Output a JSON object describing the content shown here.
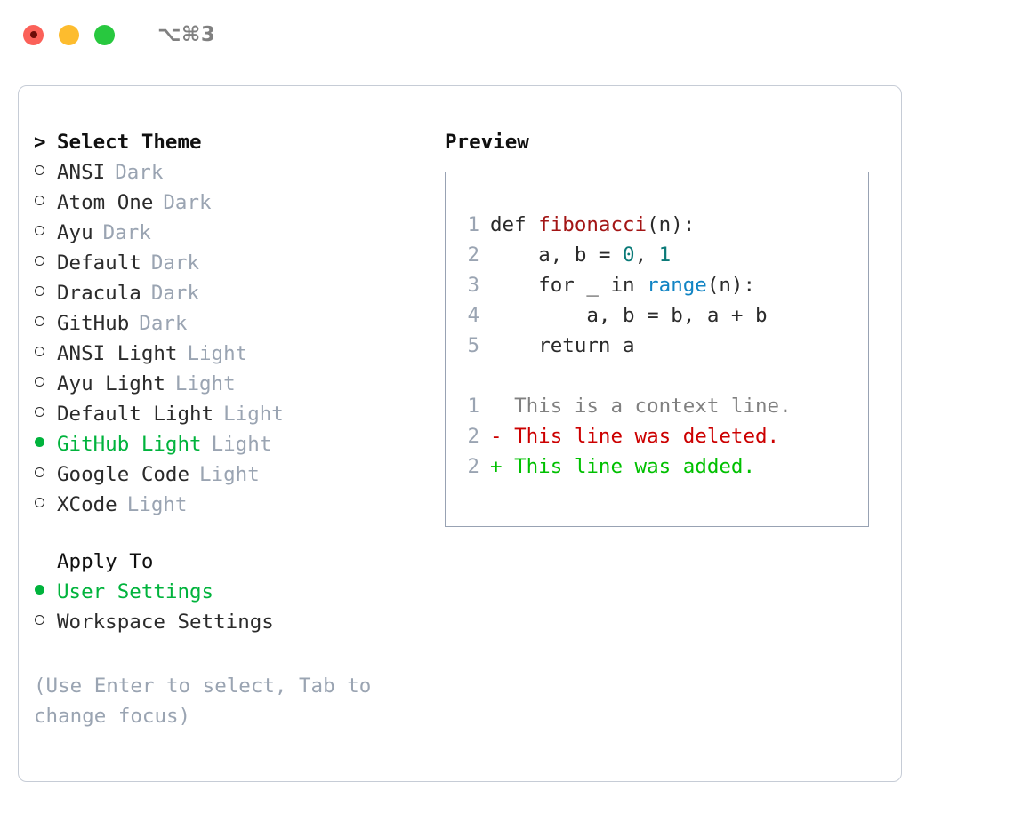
{
  "titlebar": {
    "shortcut": "⌥⌘3",
    "lights": [
      "close-red",
      "minimize-yellow",
      "maximize-green"
    ]
  },
  "theme_panel": {
    "header": {
      "caret": ">",
      "label": "Select Theme"
    },
    "items": [
      {
        "marker": "ring",
        "label": "ANSI",
        "variant": "Dark",
        "selected": false
      },
      {
        "marker": "ring",
        "label": "Atom One",
        "variant": "Dark",
        "selected": false
      },
      {
        "marker": "ring",
        "label": "Ayu",
        "variant": "Dark",
        "selected": false
      },
      {
        "marker": "ring",
        "label": "Default",
        "variant": "Dark",
        "selected": false
      },
      {
        "marker": "ring",
        "label": "Dracula",
        "variant": "Dark",
        "selected": false
      },
      {
        "marker": "ring",
        "label": "GitHub",
        "variant": "Dark",
        "selected": false
      },
      {
        "marker": "ring",
        "label": "ANSI Light",
        "variant": "Light",
        "selected": false
      },
      {
        "marker": "ring",
        "label": "Ayu Light",
        "variant": "Light",
        "selected": false
      },
      {
        "marker": "ring",
        "label": "Default Light",
        "variant": "Light",
        "selected": false
      },
      {
        "marker": "dot",
        "label": "GitHub Light",
        "variant": "Light",
        "selected": true
      },
      {
        "marker": "ring",
        "label": "Google Code",
        "variant": "Light",
        "selected": false
      },
      {
        "marker": "ring",
        "label": "XCode",
        "variant": "Light",
        "selected": false
      }
    ]
  },
  "apply_to": {
    "header": "Apply To",
    "items": [
      {
        "marker": "dot",
        "label": "User Settings",
        "selected": true
      },
      {
        "marker": "ring",
        "label": "Workspace Settings",
        "selected": false
      }
    ]
  },
  "hint": "(Use Enter to select, Tab to change focus)",
  "preview": {
    "title": "Preview",
    "code_lines": [
      {
        "no": "1",
        "indent": "",
        "parts": [
          {
            "t": "def ",
            "c": "plain"
          },
          {
            "t": "fibonacci",
            "c": "fn"
          },
          {
            "t": "(n):",
            "c": "plain"
          }
        ]
      },
      {
        "no": "2",
        "indent": "    ",
        "parts": [
          {
            "t": "a, b = ",
            "c": "plain"
          },
          {
            "t": "0",
            "c": "num"
          },
          {
            "t": ", ",
            "c": "plain"
          },
          {
            "t": "1",
            "c": "num"
          }
        ]
      },
      {
        "no": "3",
        "indent": "    ",
        "parts": [
          {
            "t": "for _ in ",
            "c": "plain"
          },
          {
            "t": "range",
            "c": "call"
          },
          {
            "t": "(n):",
            "c": "plain"
          }
        ]
      },
      {
        "no": "4",
        "indent": "        ",
        "parts": [
          {
            "t": "a, b = b, a + b",
            "c": "plain"
          }
        ]
      },
      {
        "no": "5",
        "indent": "    ",
        "parts": [
          {
            "t": "return a",
            "c": "plain"
          }
        ]
      }
    ],
    "diff_lines": [
      {
        "no": "1",
        "sign": " ",
        "text": "This is a context line.",
        "kind": "ctx"
      },
      {
        "no": "2",
        "sign": "-",
        "text": "This line was deleted.",
        "kind": "del"
      },
      {
        "no": "2",
        "sign": "+",
        "text": "This line was added.",
        "kind": "add"
      }
    ]
  },
  "colors": {
    "accent_green": "#00b33c",
    "diff_add": "#00c000",
    "diff_del": "#cc0000",
    "token_function": "#a31515",
    "token_number": "#0b7a78",
    "token_call": "#1184c4",
    "muted": "#9aa4b2"
  }
}
